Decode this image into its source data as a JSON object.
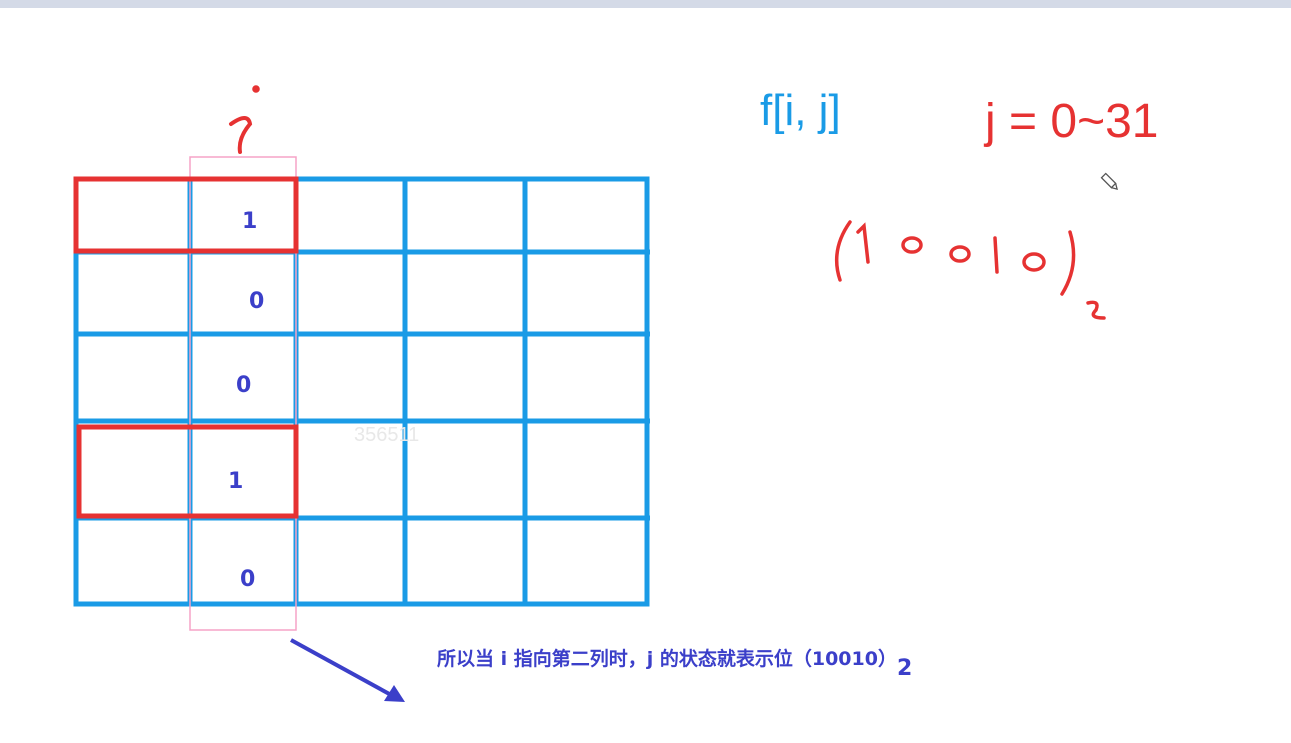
{
  "grid": {
    "column_2_bits": [
      "1",
      "0",
      "0",
      "1",
      "0"
    ]
  },
  "labels": {
    "i_mark": "i",
    "formula": "f[i, j]",
    "j_range": "j = 0~31",
    "binary_digits": "10010",
    "binary_base": "2",
    "watermark": "356511"
  },
  "caption": {
    "text": "所以当 i 指向第二列时，j 的状态就表示位（10010）",
    "subscript": "2"
  },
  "colors": {
    "grid": "#1a9be6",
    "highlight": "#e63232",
    "column_outline": "#f5a3c7",
    "digits": "#3b3fc9",
    "handwriting": "#e63232",
    "arrow": "#3b3fc9"
  },
  "icons": {
    "cursor": "pencil-icon"
  }
}
